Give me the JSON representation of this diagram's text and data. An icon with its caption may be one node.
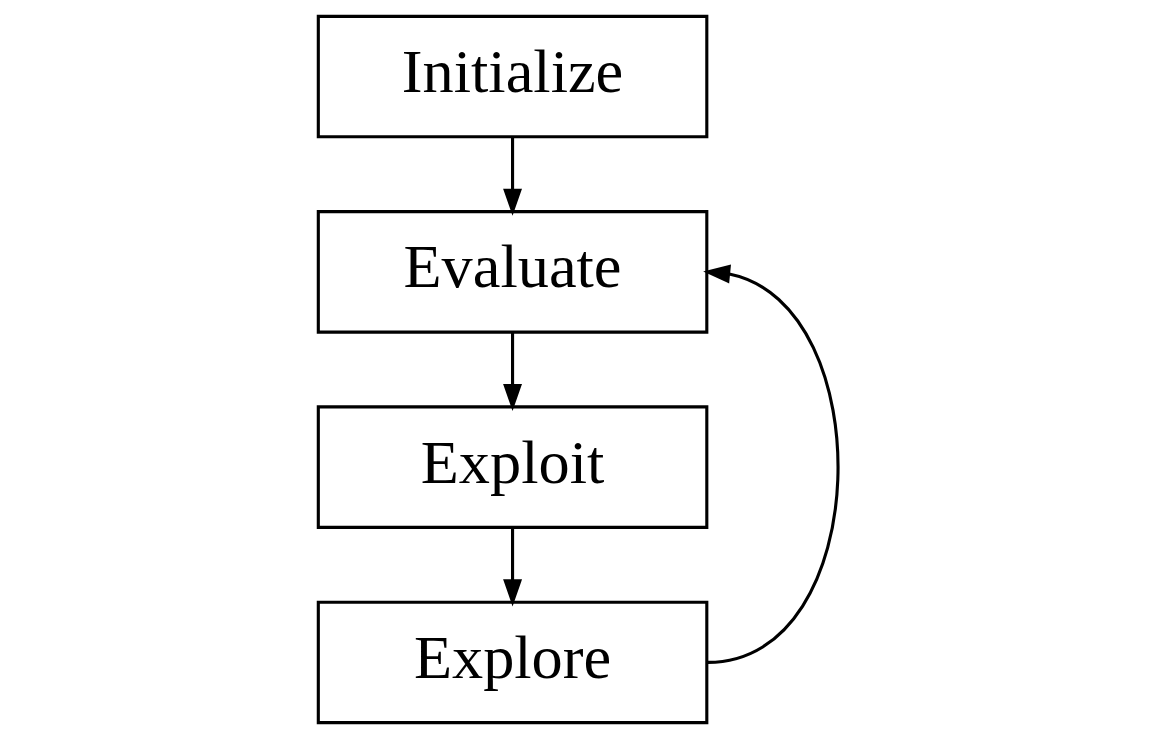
{
  "diagram": {
    "nodes": [
      {
        "text": [
          "Initialize"
        ]
      },
      {
        "text": [
          "Evaluate"
        ]
      },
      {
        "text": [
          "Exploit"
        ]
      },
      {
        "text": [
          "Explore"
        ]
      }
    ],
    "edges": [
      {
        "from": 0,
        "to": 1,
        "arrow": "to"
      },
      {
        "from": 1,
        "to": 2,
        "arrow": "to"
      },
      {
        "from": 2,
        "to": 3,
        "arrow": "to"
      },
      {
        "from": 3,
        "to": 1,
        "arrow": "to"
      }
    ]
  }
}
